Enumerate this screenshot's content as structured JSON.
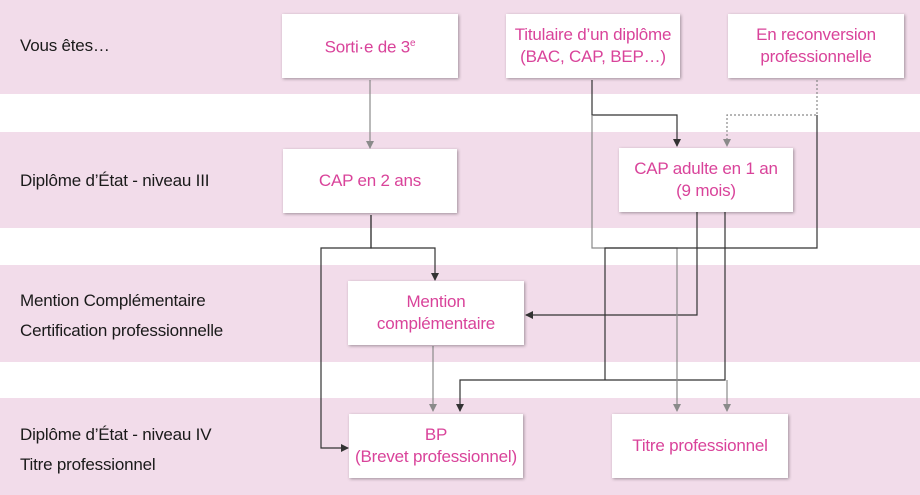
{
  "rows": {
    "r1": "Vous êtes…",
    "r2": "Diplôme d’État - niveau III",
    "r3a": "Mention Complémentaire",
    "r3b": "Certification professionnelle",
    "r4a": "Diplôme d’État - niveau IV",
    "r4b": "Titre professionnel"
  },
  "boxes": {
    "sortie_main": "Sorti·e de 3",
    "sortie_sup": "e",
    "titulaire_l1": "Titulaire d’un diplôme",
    "titulaire_l2": "(BAC, CAP, BEP…)",
    "reconversion_l1": "En reconversion",
    "reconversion_l2": "professionnelle",
    "cap2": "CAP en 2 ans",
    "capadulte_l1": "CAP adulte en 1 an",
    "capadulte_l2": "(9 mois)",
    "mention_l1": "Mention",
    "mention_l2": "complémentaire",
    "bp_l1": "BP",
    "bp_l2": "(Brevet professionnel)",
    "titre": "Titre professionnel"
  },
  "colors": {
    "band": "#f2dcea",
    "box_text": "#d9439a",
    "arrow_dark": "#333333",
    "arrow_light": "#8a8a8a"
  }
}
